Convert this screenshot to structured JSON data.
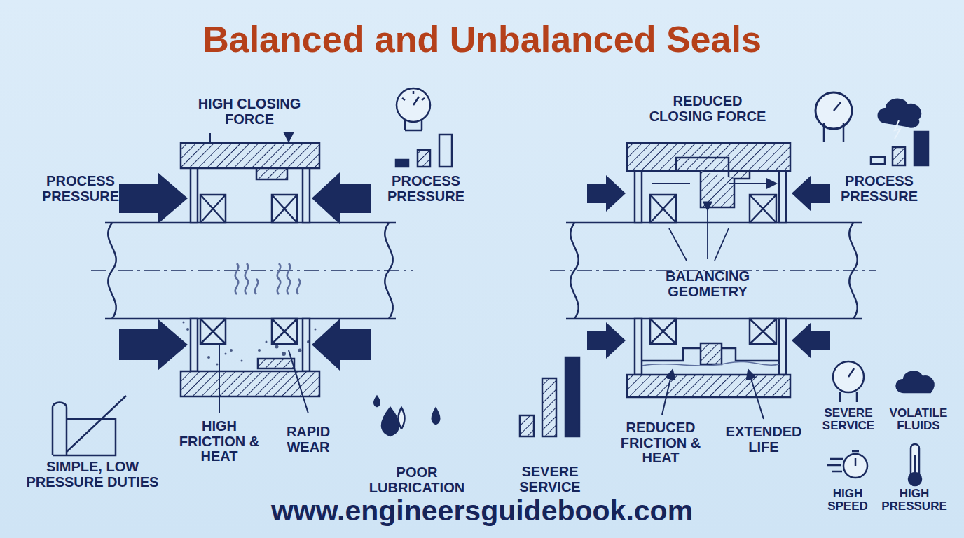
{
  "diagram": {
    "title": "Balanced and Unbalanced Seals",
    "labels": [
      "HIGH CLOSING FORCE",
      "PROCESS PRESSURE",
      "PROCESS PRESSURE",
      "HIGH FRICTION & HEAT",
      "RAPID WEAR",
      "SIMPLE, LOW PRESSURE DUTIES",
      "POOR LUBRICATION",
      "REDUCED CLOSING FORCE",
      "PROCESS PRESSURE",
      "BALANCING GEOMETRY",
      "SEVERE SERVICE",
      "REDUCED FRICTION & HEAT",
      "EXTENDED LIFE",
      "SEVERE SERVICE",
      "VOLATILE FLUIDS",
      "HIGH SPEED",
      "HIGH PRESSURE",
      "www.engineersguidebook.com"
    ]
  }
}
